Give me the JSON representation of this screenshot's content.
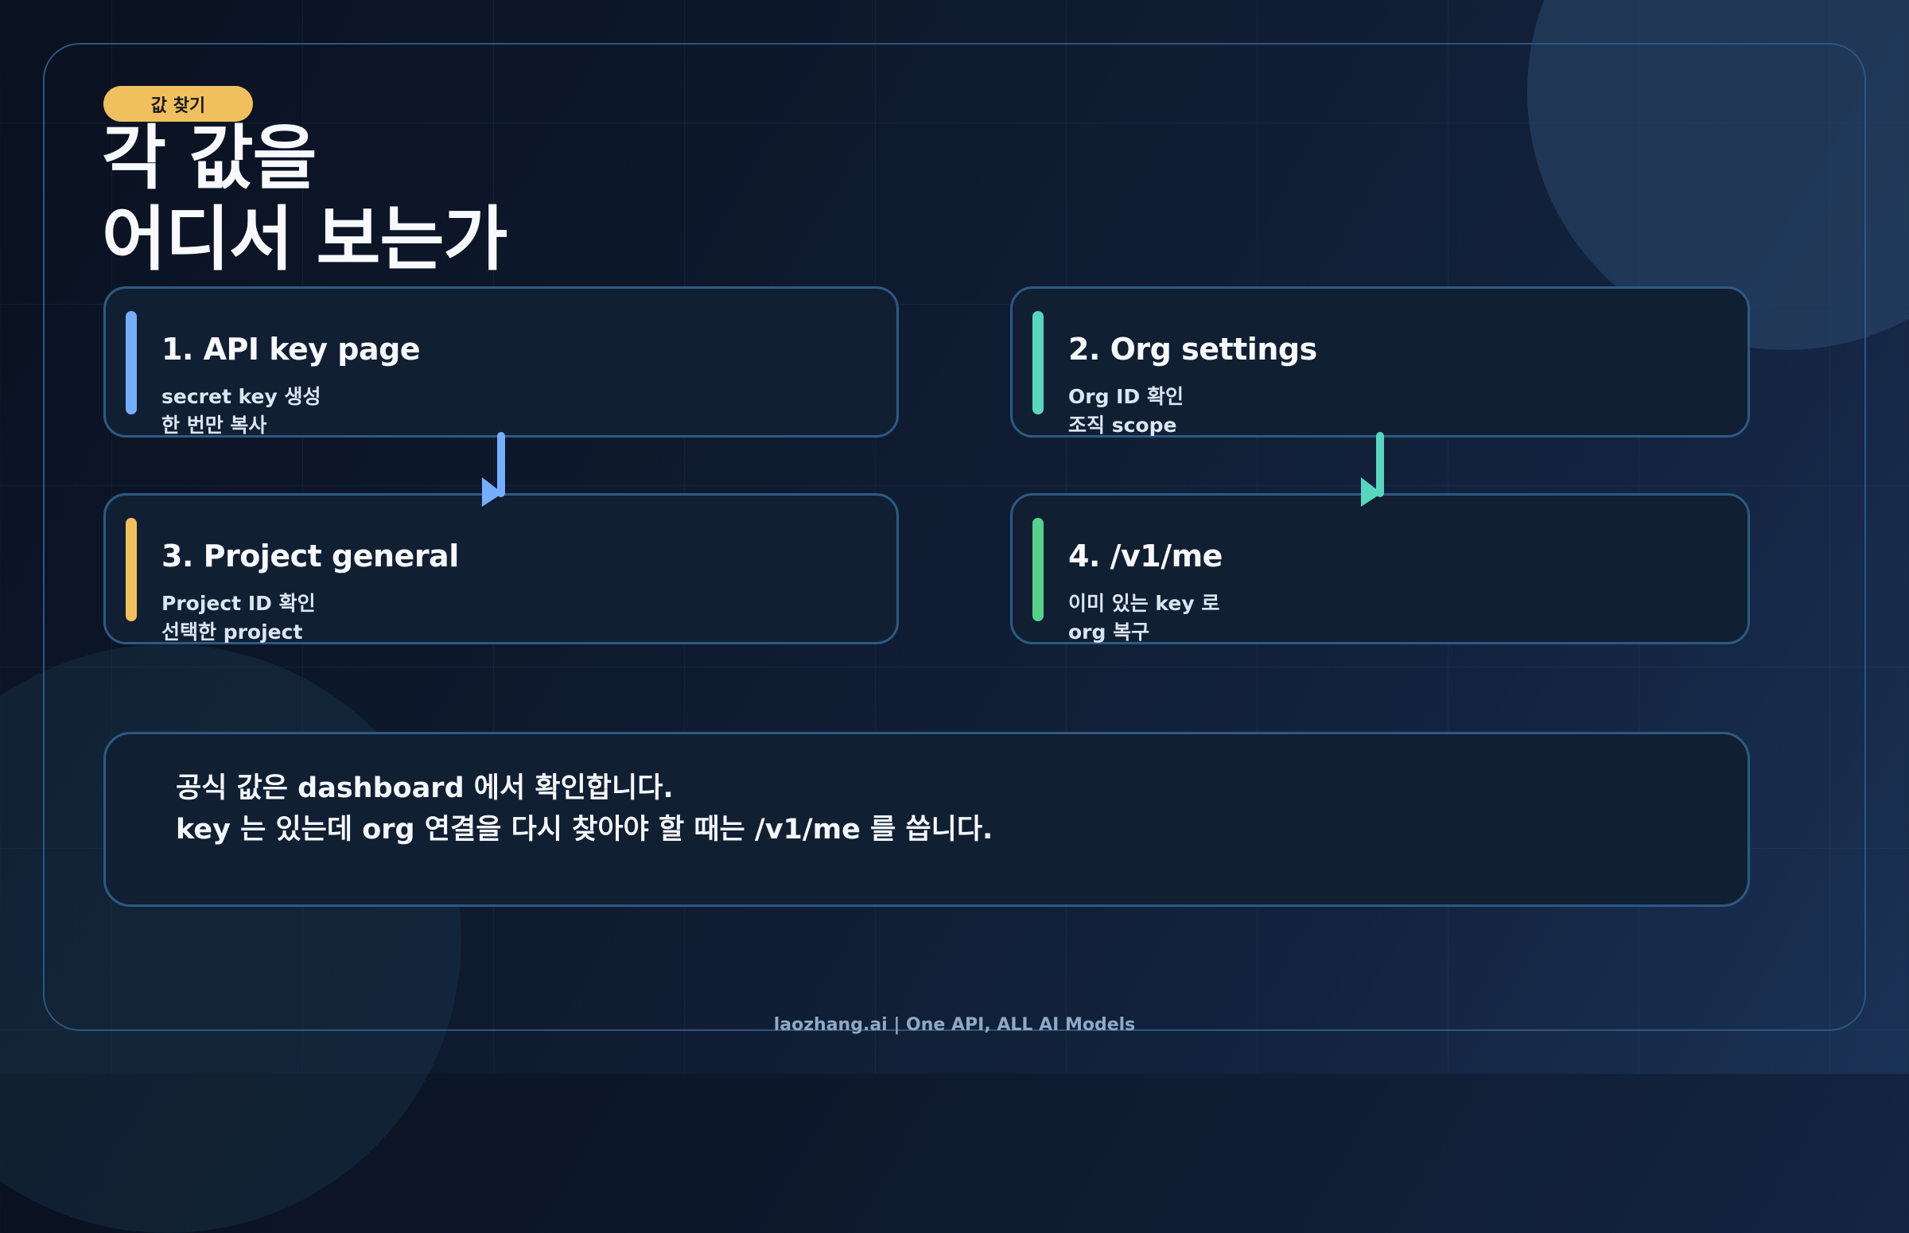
{
  "badge": {
    "label": "값 찾기",
    "color": "#f0c05e"
  },
  "title": {
    "line1": "각 값을",
    "line2": "어디서 보는가"
  },
  "cards": [
    {
      "title": "1. API key page",
      "lines": [
        "secret key 생성",
        "한 번만 복사"
      ],
      "accent": "#74aefc"
    },
    {
      "title": "2. Org settings",
      "lines": [
        "Org ID 확인",
        "조직 scope"
      ],
      "accent": "#58d6bf"
    },
    {
      "title": "3. Project general",
      "lines": [
        "Project ID 확인",
        "선택한 project"
      ],
      "accent": "#f0c05e"
    },
    {
      "title": "4. /v1/me",
      "lines": [
        "이미 있는 key 로",
        "org 복구"
      ],
      "accent": "#55d18c"
    }
  ],
  "arrows": [
    {
      "from": "1. API key page",
      "to": "3. Project general",
      "color": "#74aefc",
      "icon": "arrow-down-icon"
    },
    {
      "from": "2. Org settings",
      "to": "4. /v1/me",
      "color": "#58d6bf",
      "icon": "arrow-down-icon"
    }
  ],
  "note": {
    "line1": "공식 값은 dashboard 에서 확인합니다.",
    "line2": "key 는 있는데 org 연결을 다시 찾아야 할 때는 /v1/me 를 씁니다."
  },
  "footer": {
    "text": "laozhang.ai | One API, ALL AI Models"
  }
}
